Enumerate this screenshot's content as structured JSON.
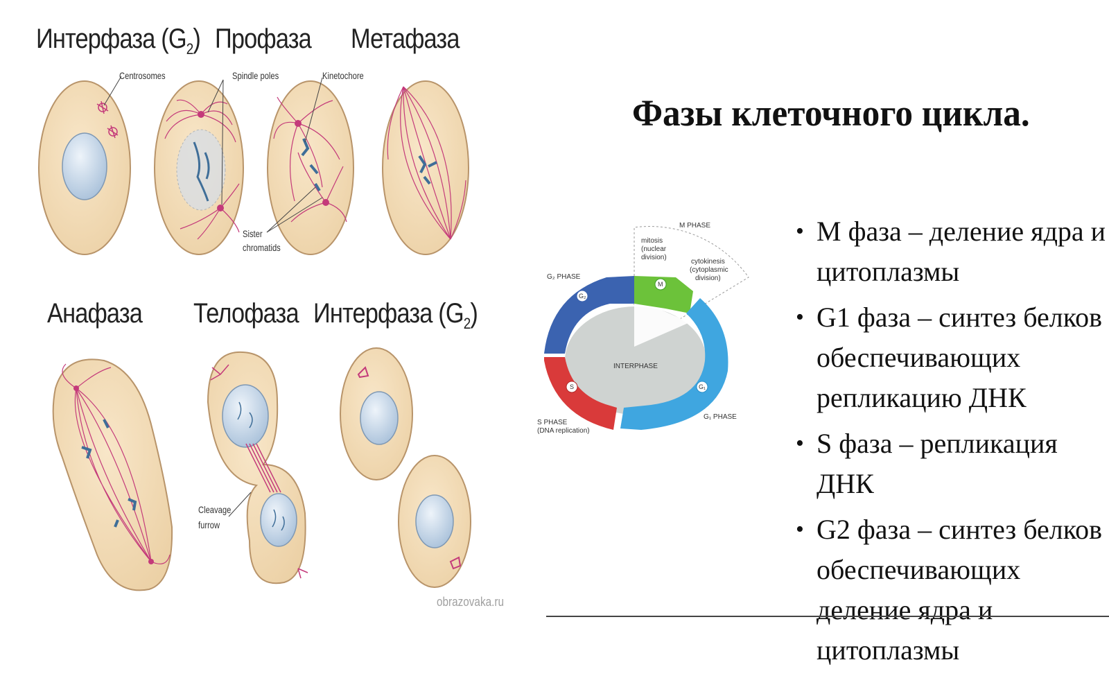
{
  "left_panel": {
    "phases": [
      {
        "id": "interphase-top",
        "label": "Интерфаза (G",
        "sub": "2",
        "close": ")"
      },
      {
        "id": "prophase",
        "label": "Профаза"
      },
      {
        "id": "metaphase",
        "label": "Метафаза"
      },
      {
        "id": "anaphase",
        "label": "Анафаза"
      },
      {
        "id": "telophase",
        "label": "Телофаза"
      },
      {
        "id": "interphase-bottom",
        "label": "Интерфаза (G",
        "sub": "2",
        "close": ")"
      }
    ],
    "annotations": {
      "centrosomes": "Centrosomes",
      "spindle_poles": "Spindle poles",
      "kinetochore": "Kinetochore",
      "sister": "Sister",
      "chromatids": "chromatids",
      "cleavage": "Cleavage",
      "furrow": "furrow"
    },
    "watermark": "obrazovaka.ru"
  },
  "right_panel": {
    "title": "Фазы клеточного цикла.",
    "cycle_diagram": {
      "m_phase": "M PHASE",
      "mitosis_1": "mitosis",
      "mitosis_2": "(nuclear",
      "mitosis_3": "division)",
      "cyto_1": "cytokinesis",
      "cyto_2": "(cytoplasmic",
      "cyto_3": "division)",
      "g2_phase": "G₂ PHASE",
      "g1_phase": "G₁ PHASE",
      "s_phase_1": "S PHASE",
      "s_phase_2": "(DNA replication)",
      "interphase": "INTERPHASE",
      "m_badge": "M",
      "g2_badge": "G₂",
      "g1_badge": "G₁",
      "s_badge": "S"
    },
    "bullets": [
      "M фаза – деление ядра и цитоплазмы",
      "G1 фаза – синтез белков обеспечивающих репликацию ДНК",
      "S фаза – репликация ДНК",
      "G2 фаза – синтез белков обеспечивающих деление ядра и цитоплазмы"
    ]
  },
  "colors": {
    "cell_fill": "#f3dcb8",
    "cell_stroke": "#b8946a",
    "nucleus_fill": "#c9d9ea",
    "spindle": "#c43a7a",
    "chromosome": "#3f6e98",
    "g2_arc": "#3b63b0",
    "m_arc": "#6cc23a",
    "g1_arc": "#3fa6e0",
    "s_arc": "#d93a3a",
    "interphase_fill": "#cfd3d1"
  }
}
